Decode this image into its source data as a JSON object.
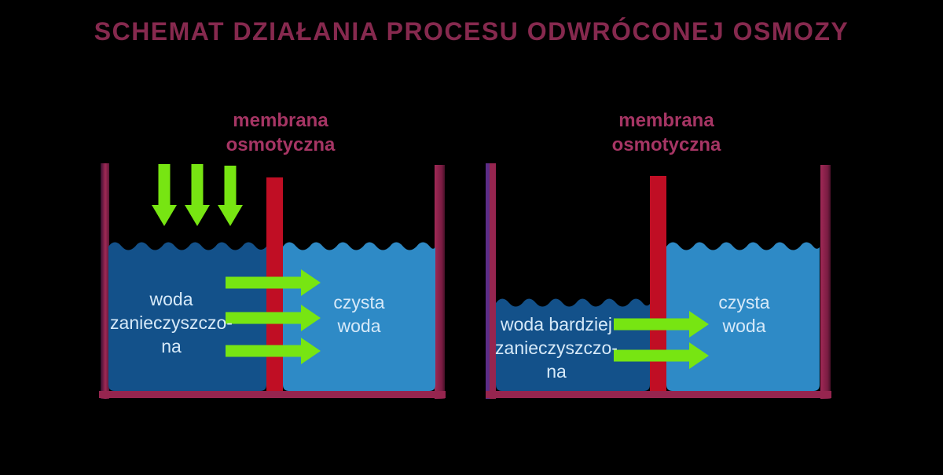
{
  "title": "SCHEMAT DZIAŁANIA PROCESU ODWRÓCONEJ OSMOZY",
  "colors": {
    "background": "#000000",
    "title_text": "#86294E",
    "membrane_label_text": "#A63564",
    "container_wall": "#96254F",
    "container_wall_purple_edge": "#5C2D87",
    "membrane_bar": "#C00E24",
    "contaminated_water": "#13518A",
    "clean_water": "#2E8AC6",
    "arrow_green": "#77E512",
    "water_label_text": "#D6E9F8"
  },
  "left_panel": {
    "membrane_label": "membrana\nosmotyczna",
    "feed_water_label": "woda\nzanieczyszczo-\nna",
    "clean_water_label": "czysta\nwoda",
    "pressure_arrow_count": "3",
    "flow_arrow_count": "3"
  },
  "right_panel": {
    "membrane_label": "membrana\nosmotyczna",
    "feed_water_label": "woda bardziej\nzanieczyszczo-\nna",
    "clean_water_label": "czysta\nwoda",
    "pressure_arrow_count": "0",
    "flow_arrow_count": "2"
  }
}
